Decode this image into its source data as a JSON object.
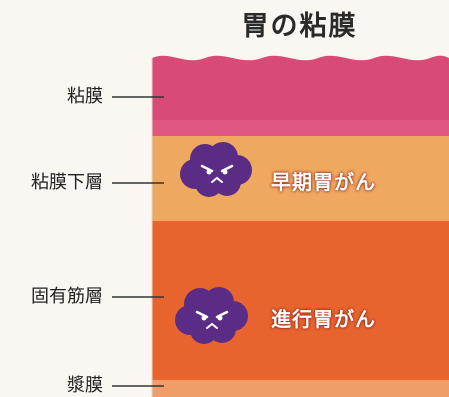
{
  "title": "胃の粘膜",
  "layers": [
    {
      "label": "粘膜",
      "color": "#d84a78"
    },
    {
      "label": "粘膜下層",
      "color": "#efa860"
    },
    {
      "label": "固有筋層",
      "color": "#e8642f"
    },
    {
      "label": "漿膜",
      "color": "#f09d6a"
    }
  ],
  "tumors": [
    {
      "label": "早期胃がん",
      "icon": "angry-cloud-icon",
      "color": "#5b2c86"
    },
    {
      "label": "進行胃がん",
      "icon": "angry-cloud-icon",
      "color": "#5b2c86"
    }
  ]
}
